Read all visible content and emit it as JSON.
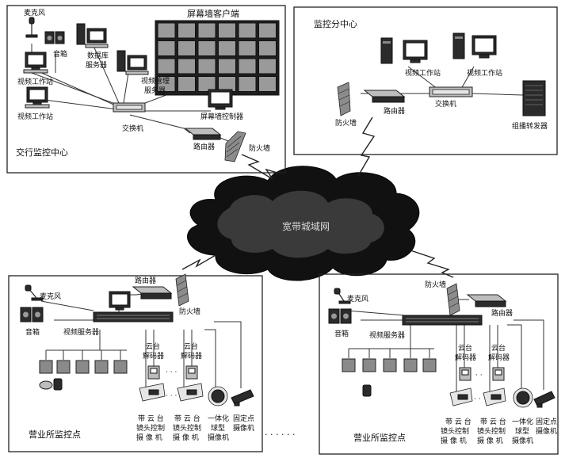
{
  "center": {
    "title": "交行监控中心",
    "mic": "麦克风",
    "speaker": "音箱",
    "workstation1": "视频工作站",
    "workstation2": "视频工作站",
    "db_server": [
      "数据库",
      "服务器"
    ],
    "video_wall": "屏幕墙客户端",
    "mgmt_server": [
      "视频管理",
      "服务器"
    ],
    "wall_controller": "屏幕墙控制器",
    "switch": "交换机",
    "router": "路由器",
    "firewall": "防火墙"
  },
  "branch": {
    "title": "监控分中心",
    "workstation1": "视频工作站",
    "workstation2": "视频工作站",
    "switch": "交换机",
    "router": "路由器",
    "firewall": "防火墙",
    "multicast": "组播转发器"
  },
  "wan": {
    "label": "宽带城域网"
  },
  "site_left": {
    "title": "营业所监控点",
    "router": "路由器",
    "firewall": "防火墙",
    "mic": "麦克风",
    "speaker": "音箱",
    "video_server": "视频服务器",
    "decoder": [
      "云台",
      "解码器"
    ],
    "cam1": [
      "带 云 台",
      "镜头控制",
      "摄 像 机"
    ],
    "cam2": [
      "带 云 台",
      "镜头控制",
      "摄 像 机"
    ],
    "cam3": [
      "一体化",
      "球型",
      "摄像机"
    ],
    "cam4": [
      "固定点",
      "摄像机"
    ]
  },
  "site_right": {
    "title": "营业所监控点",
    "router": "路由器",
    "firewall": "防火墙",
    "mic": "麦克风",
    "speaker": "音箱",
    "video_server": "视频服务器",
    "decoder": [
      "云台",
      "解码器"
    ],
    "cam1": [
      "带 云 台",
      "镜头控制",
      "摄 像 机"
    ],
    "cam2": [
      "带 云 台",
      "镜头控制",
      "摄 像 机"
    ],
    "cam3": [
      "一体化",
      "球型",
      "摄像机"
    ],
    "cam4": [
      "固定点",
      "摄像机"
    ]
  },
  "ellipsis": "· · · · · ·"
}
